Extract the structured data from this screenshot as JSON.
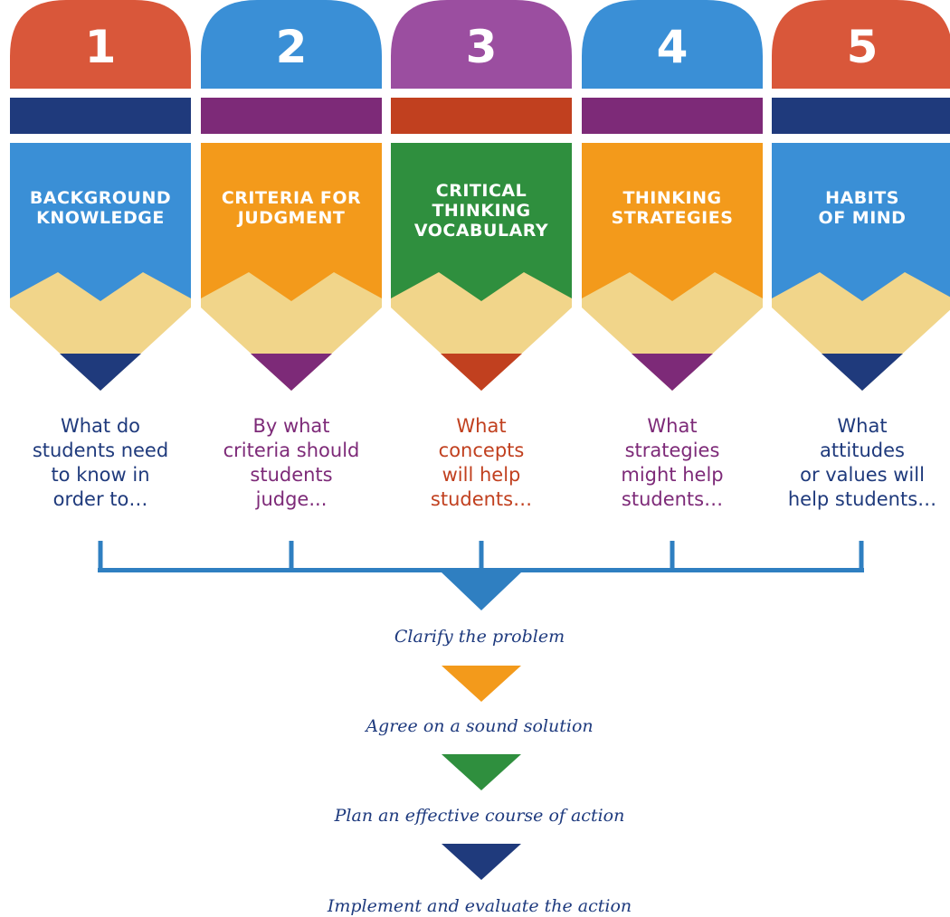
{
  "colors": {
    "orange_red": "#d9573a",
    "blue": "#3a8fd6",
    "purple": "#9b4ea0",
    "orange": "#f39a1b",
    "green": "#2f8f3e",
    "navy": "#1f3a7c",
    "plum": "#7d2a78",
    "crimson": "#c1401f",
    "wood": "#f1d58a",
    "bracket": "#2f7fc1",
    "step_text": "#1e3a7e"
  },
  "pencils": [
    {
      "number": "1",
      "label": "BACKGROUND\nKNOWLEDGE",
      "question": "What do\nstudents need\nto know in\norder to…",
      "top_color": "orange_red",
      "band_color": "navy",
      "body_color": "blue",
      "tip_color": "navy",
      "question_color": "navy"
    },
    {
      "number": "2",
      "label": "CRITERIA FOR\nJUDGMENT",
      "question": "By what\ncriteria should\nstudents\njudge...",
      "top_color": "blue",
      "band_color": "plum",
      "body_color": "orange",
      "tip_color": "plum",
      "question_color": "plum"
    },
    {
      "number": "3",
      "label": "CRITICAL\nTHINKING\nVOCABULARY",
      "question": "What\nconcepts\nwill help\nstudents…",
      "top_color": "purple",
      "band_color": "crimson",
      "body_color": "green",
      "tip_color": "crimson",
      "question_color": "crimson"
    },
    {
      "number": "4",
      "label": "THINKING\nSTRATEGIES",
      "question": "What\nstrategies\nmight help\nstudents…",
      "top_color": "blue",
      "band_color": "plum",
      "body_color": "orange",
      "tip_color": "plum",
      "question_color": "plum"
    },
    {
      "number": "5",
      "label": "HABITS\nOF MIND",
      "question": "What\nattitudes\nor values will\nhelp students…",
      "top_color": "orange_red",
      "band_color": "navy",
      "body_color": "blue",
      "tip_color": "navy",
      "question_color": "navy"
    }
  ],
  "steps": [
    {
      "text": "Clarify the problem",
      "arrow_color": "bracket"
    },
    {
      "text": "Agree on a sound solution",
      "arrow_color": "orange"
    },
    {
      "text": "Plan an effective course of action",
      "arrow_color": "green"
    },
    {
      "text": "Implement and evaluate the action",
      "arrow_color": "navy"
    }
  ]
}
